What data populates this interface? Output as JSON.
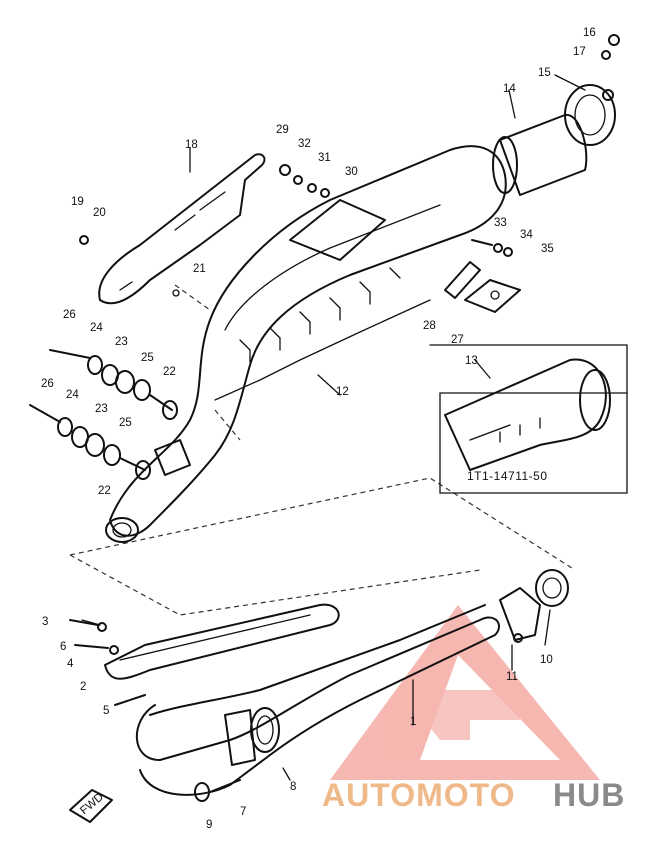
{
  "diagram": {
    "callouts": [
      "1",
      "2",
      "3",
      "4",
      "5",
      "6",
      "7",
      "8",
      "9",
      "10",
      "11",
      "12",
      "13",
      "14",
      "15",
      "16",
      "17",
      "18",
      "19",
      "20",
      "21",
      "22",
      "23",
      "24",
      "25",
      "26",
      "27",
      "28",
      "29",
      "30",
      "31",
      "32",
      "33",
      "34",
      "35"
    ],
    "inset_part_number": "1T1-14711-50",
    "fwd_label": "FWD",
    "inset_label": "13"
  },
  "watermark": {
    "text_orange": "AUTOMOTO",
    "text_grey": "HUB",
    "colors": {
      "orange": "#f0b98a",
      "grey": "#8a8a8a",
      "logo": "#f3a098"
    }
  }
}
